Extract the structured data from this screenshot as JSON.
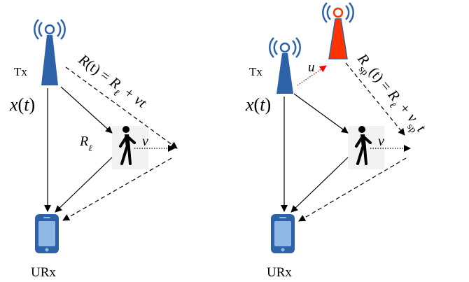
{
  "left_panel": {
    "tx_label": "Tx",
    "signal_label": "x(t)",
    "diag_label": {
      "R": "R",
      "t1": "(t) = ",
      "R2": "R",
      "l": "ℓ",
      "rest": " + vt"
    },
    "rl_label": {
      "R": "R",
      "l": "ℓ"
    },
    "v_label": "v",
    "urx_label": "URx"
  },
  "right_panel": {
    "tx_label": "Tx",
    "signal_label": "x(t)",
    "u_label": "u",
    "diag_label": {
      "R": "R",
      "sp": "sp",
      "t1": "(t) = ",
      "R2": "R",
      "l": "ℓ",
      "rest1": " + v",
      "sp2": "sp",
      "rest2": "t"
    },
    "v_label": "v",
    "urx_label": "URx"
  },
  "colors": {
    "tower_blue": "#2e62a8",
    "spoofer_red": "#ff3300",
    "phone_blue": "#2e62a8",
    "screen_blue": "#8fb8e6",
    "arrow_red": "#ff0000"
  }
}
